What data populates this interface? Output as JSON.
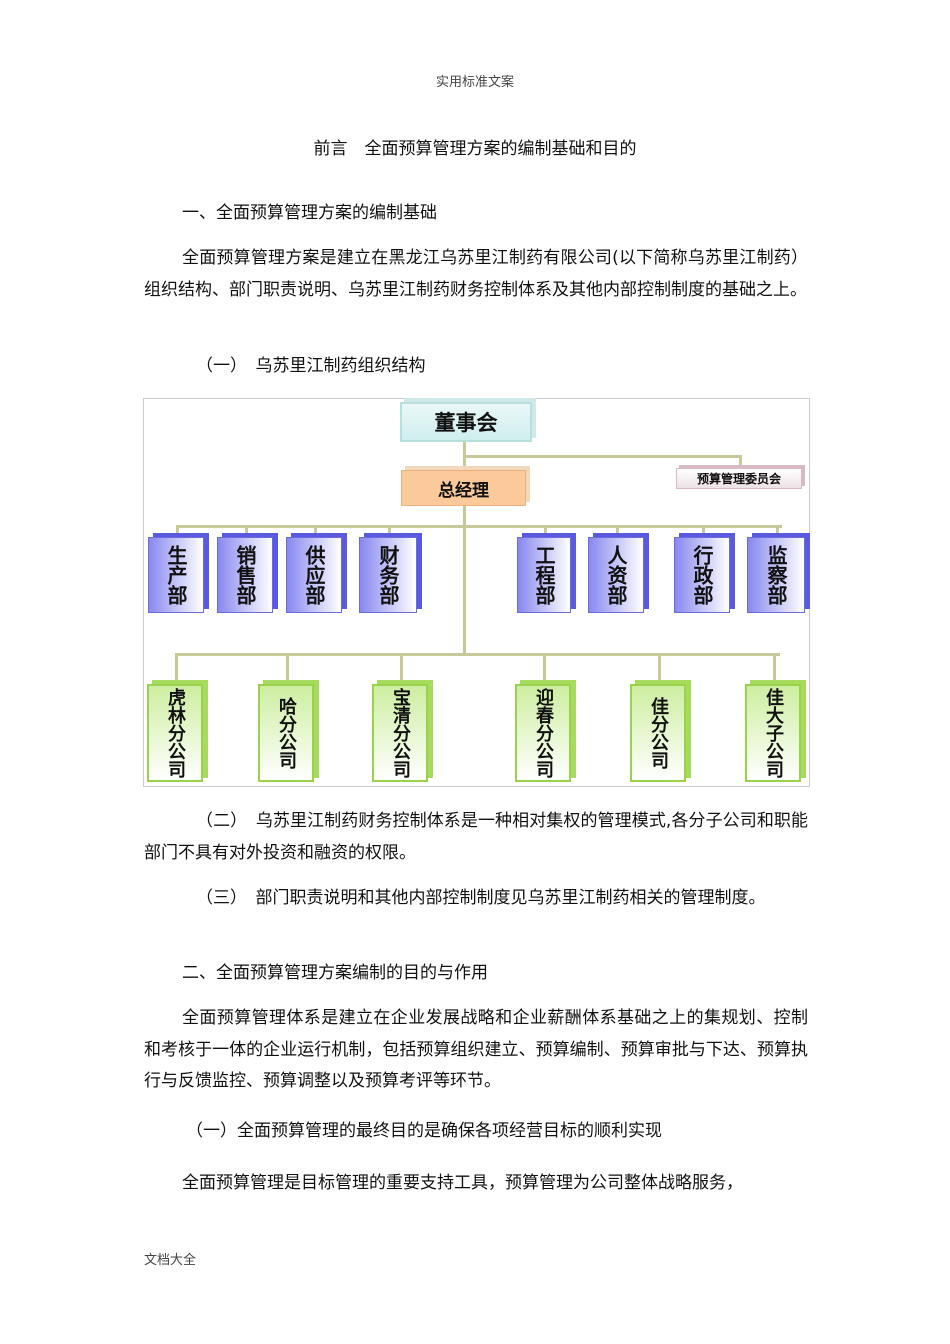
{
  "header": "实用标准文案",
  "title": "前言　全面预算管理方案的编制基础和目的",
  "sec1": "一、全面预算管理方案的编制基础",
  "p1": "全面预算管理方案是建立在黑龙江乌苏里江制药有限公司(以下简称乌苏里江制药）组织结构、部门职责说明、乌苏里江制药财务控制体系及其他内部控制制度的基础之上。",
  "sub1": "（一）　乌苏里江制药组织结构",
  "org": {
    "board": "董事会",
    "gm": "总经理",
    "committee": "预算管理委员会",
    "departments": [
      "生产部",
      "销售部",
      "供应部",
      "财务部",
      "工程部",
      "人资部",
      "行政部",
      "监察部"
    ],
    "subsidiaries": [
      "虎林分公司",
      "哈分公司",
      "宝清分公司",
      "迎春分公司",
      "佳分公司",
      "佳大子公司"
    ]
  },
  "sub2": "（二）　乌苏里江制药财务控制体系是一种相对集权的管理模式,各分子公司和职能部门不具有对外投资和融资的权限。",
  "sub3": "（三）　部门职责说明和其他内部控制制度见乌苏里江制药相关的管理制度。",
  "sec2": "二、全面预算管理方案编制的目的与作用",
  "p2": "全面预算管理体系是建立在企业发展战略和企业薪酬体系基础之上的集规划、控制和考核于一体的企业运行机制，包括预算组织建立、预算编制、预算审批与下达、预算执行与反馈监控、预算调整以及预算考评等环节。",
  "sub4": "（一）全面预算管理的最终目的是确保各项经营目标的顺利实现",
  "p3": "全面预算管理是目标管理的重要支持工具，预算管理为公司整体战略服务，",
  "footer": "文档大全"
}
